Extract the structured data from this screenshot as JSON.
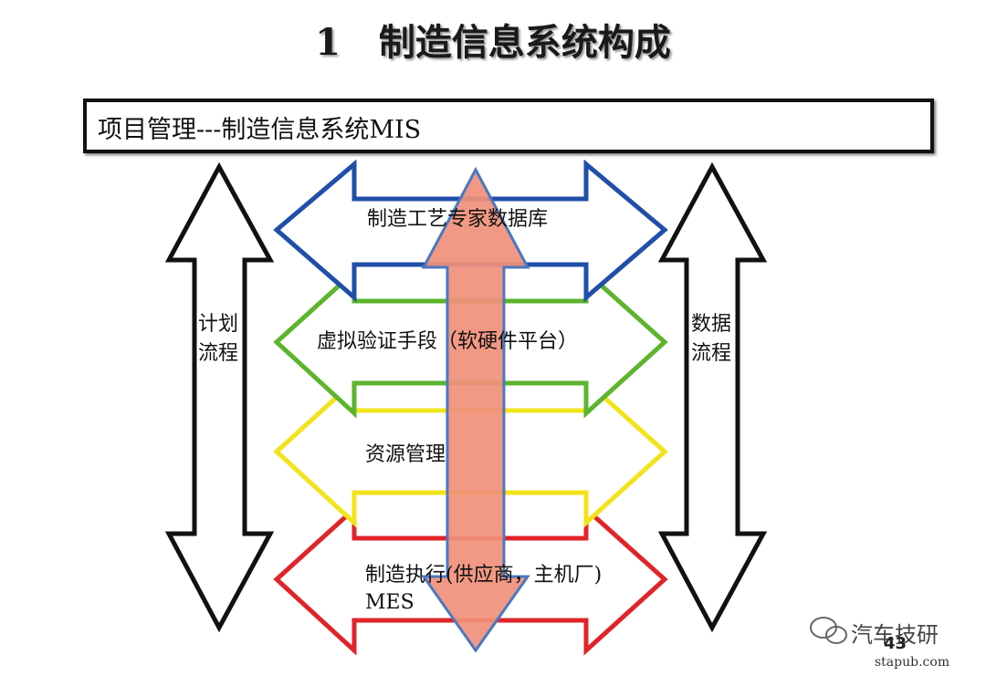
{
  "title": {
    "number": "1",
    "text": "制造信息系统构成"
  },
  "mis_box": {
    "label": "项目管理---制造信息系统MIS"
  },
  "left_arrow": {
    "label_line1": "计划",
    "label_line2": "流程",
    "color": "#111111"
  },
  "right_arrow": {
    "label_line1": "数据",
    "label_line2": "流程",
    "color": "#111111"
  },
  "layers": [
    {
      "label": "制造工艺专家数据库",
      "color": "#1f4fa8"
    },
    {
      "label": "虚拟验证手段（软硬件平台）",
      "color": "#5db42d"
    },
    {
      "label": "资源管理",
      "color": "#f2e31b"
    },
    {
      "label": "制造执行(供应商，主机厂)",
      "label_line2": "MES",
      "color": "#e0242a"
    }
  ],
  "center_arrow": {
    "fill": "#f0907a",
    "stroke": "#4a78c0"
  },
  "page_number": "43",
  "watermark": "汽车技研",
  "site": "stapub.com"
}
